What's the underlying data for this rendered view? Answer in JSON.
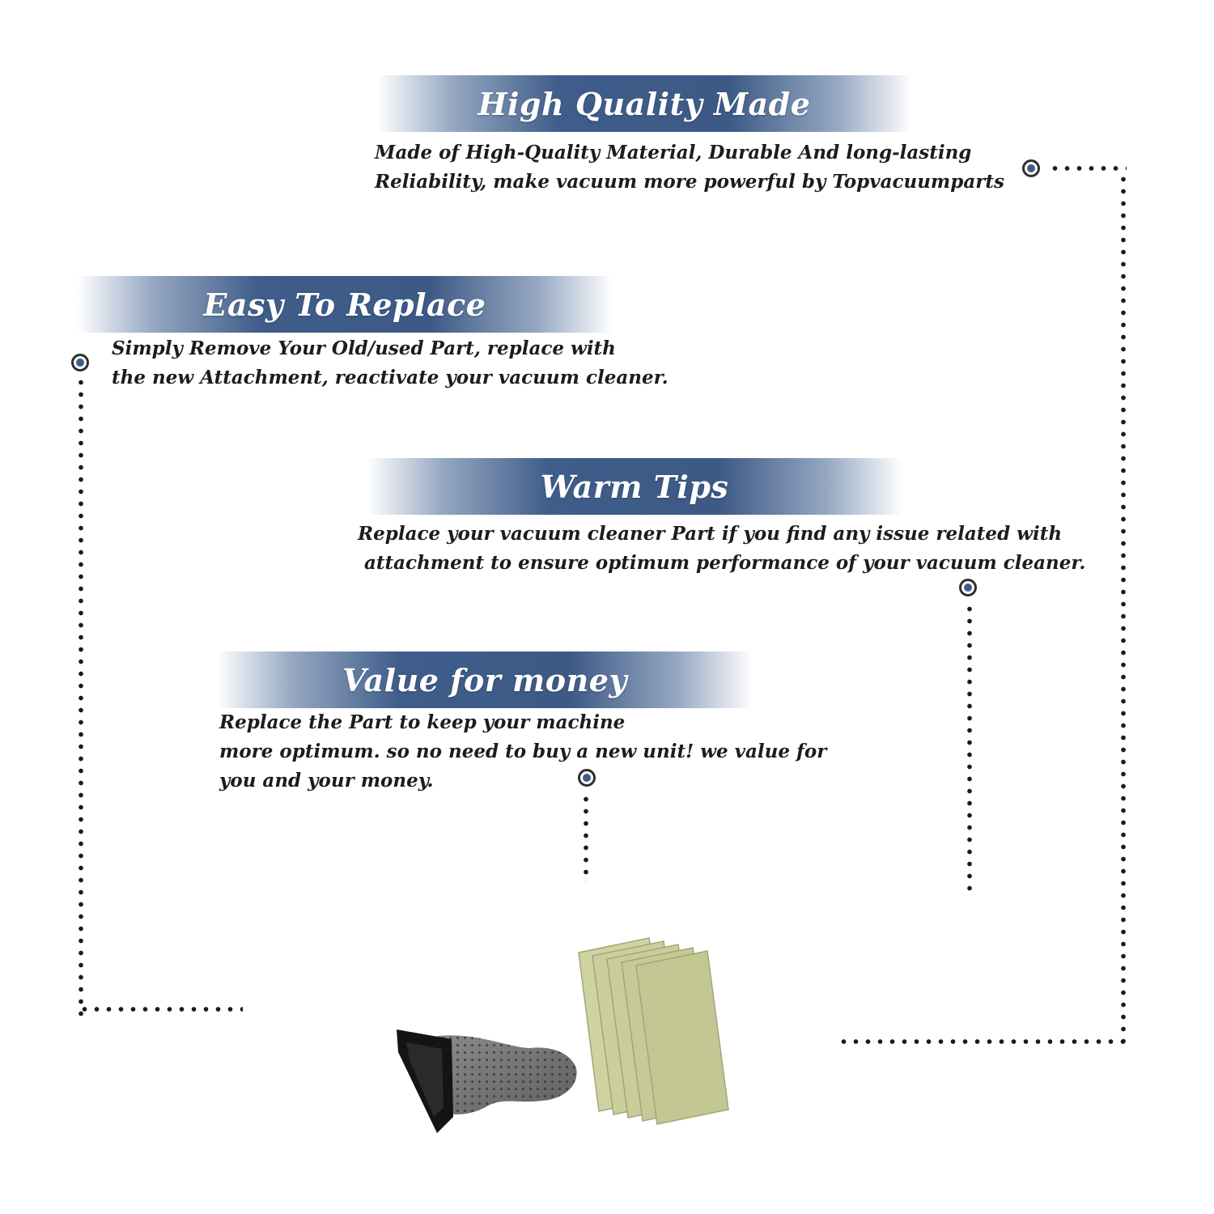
{
  "sections": [
    {
      "title": "High Quality Made",
      "lines": [
        "Made of  High-Quality Material, Durable And long-lasting",
        "Reliability, make vacuum more powerful by Topvacuumparts"
      ]
    },
    {
      "title": "Easy To Replace",
      "lines": [
        "Simply Remove Your Old/used Part, replace with",
        "the new Attachment, reactivate your vacuum cleaner."
      ]
    },
    {
      "title": "Warm Tips",
      "lines": [
        "Replace your vacuum cleaner Part if you find any issue related with",
        " attachment to ensure optimum performance of your vacuum cleaner."
      ]
    },
    {
      "title": "Value for money",
      "lines": [
        "Replace the Part to keep your machine",
        "more optimum. so no need to buy a new unit! we value for",
        "you and your money."
      ]
    }
  ],
  "colors": {
    "banner_blue": "#3f5d8a",
    "dot_color": "#1a1a1a",
    "text_color": "#1c1c1c",
    "node_fill": "#3f5d8a",
    "bag_fabric": "#7c7c7e",
    "bag_frame": "#1a1a1a",
    "paper_bag": "#c8cc99"
  },
  "icons": [
    "connector-node-icon",
    "cloth-filter-bag-icon",
    "paper-bag-stack-icon"
  ]
}
